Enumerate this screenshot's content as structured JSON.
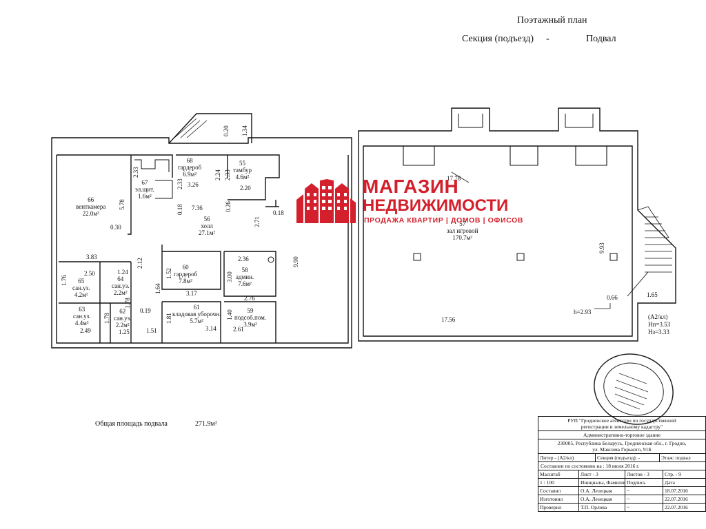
{
  "header": {
    "title": "Поэтажный план",
    "section_label": "Секция (подъезд)",
    "section_dash": "-",
    "floor": "Подвал"
  },
  "rooms": [
    {
      "num": "66",
      "name": "венткамера",
      "area": "22.0м²"
    },
    {
      "num": "68",
      "name": "гардероб",
      "area": "6.9м²"
    },
    {
      "num": "67",
      "name": "эл.щит.",
      "area": "1.6м²"
    },
    {
      "num": "55",
      "name": "тамбур",
      "area": "4.6м²"
    },
    {
      "num": "56",
      "name": "холл",
      "area": "27.1м²"
    },
    {
      "num": "60",
      "name": "гардероб",
      "area": "7.8м²"
    },
    {
      "num": "58",
      "name": "админ.",
      "area": "7.6м²"
    },
    {
      "num": "65",
      "name": "сан.уз.",
      "area": "4.2м²"
    },
    {
      "num": "64",
      "name": "сан.уз.",
      "area": "2.2м²"
    },
    {
      "num": "63",
      "name": "сан.уз.",
      "area": "4.4м²"
    },
    {
      "num": "62",
      "name": "сан.уз.",
      "area": "2.2м²"
    },
    {
      "num": "61",
      "name": "кладовая уборочн.",
      "area": "5.7м²"
    },
    {
      "num": "59",
      "name": "подсоб.пом.",
      "area": "3.9м²"
    },
    {
      "num": "57",
      "name": "зал игровой",
      "area": "170.7м²"
    }
  ],
  "dims": {
    "d1_34": "1.34",
    "d0_20": "0.20",
    "d2_33a": "2.33",
    "d3_26": "3.26",
    "d2_24": "2.24",
    "d2_33b": "2.33",
    "d2_33c": "2.33",
    "d2_20": "2.20",
    "d5_78": "5.78",
    "d0_18a": "0.18",
    "d7_36": "7.36",
    "d0_26": "0.26",
    "d0_18b": "0.18",
    "d0_30": "0.30",
    "d2_71": "2.71",
    "d3_83": "3.83",
    "d9_90": "9.90",
    "d2_36": "2.36",
    "d2_50": "2.50",
    "d1_24": "1.24",
    "d2_12": "2.12",
    "d1_76": "1.76",
    "d1_52": "1.52",
    "d3_00": "3.00",
    "d1_64": "1.64",
    "d3_17": "3.17",
    "d2_76": "2.76",
    "d0_19": "0.19",
    "d1_78a": "1.78",
    "d1_78b": "1.78",
    "d1_81": "1.81",
    "d1_40": "1.40",
    "d2_49": "2.49",
    "d1_25": "1.25",
    "d1_51": "1.51",
    "d3_14": "3.14",
    "d2_61": "2.61",
    "d17_78": "17.78",
    "d9_93": "9.93",
    "d0_66": "0.66",
    "d1_65": "1.65",
    "d17_56": "17.56",
    "h": "h=2.93",
    "lit": "(А2/кл)",
    "nn": "Нп=3.53",
    "nz": "Нз=3.33"
  },
  "watermark": {
    "line1": "МАГАЗИН",
    "line2": "НЕДВИЖИМОСТИ",
    "line3": "ПРОДАЖА КВАРТИР | ДОМОВ | ОФИСОВ",
    "color": "#d3202c"
  },
  "total": {
    "label": "Общая площадь подвала",
    "value": "271.9м²"
  },
  "title_block": {
    "org1": "РУП \"Гродненское агентство по государственной",
    "org2": "регистрации и земельному кадастру\"",
    "object": "Административно-торговое здание",
    "addr1": "230005, Республика Беларусь, Гродненская обл., г. Гродно,",
    "addr2": "ул. Максима Горького, 91Б",
    "liter": "Литер - (А2/кл)",
    "section": "Секция (подъезд): -",
    "floor": "Этаж: подвал",
    "state": "Составлен по состоянию на : 18 июля 2016 г.",
    "h_scale": "Масштаб",
    "h_sheet": "Лист - 3",
    "h_sheets": "Листов - 3",
    "h_page": "Стр. - 9",
    "scale": "1 : 100",
    "col_name": "Инициалы, Фамилия",
    "col_sign": "Подпись",
    "col_date": "Дата",
    "r1_role": "Составил",
    "r1_name": "О.А. Лезецкая",
    "r1_date": "18.07.2016",
    "r2_role": "Изготовил",
    "r2_name": "О.А. Лезецкая",
    "r2_date": "22.07.2016",
    "r3_role": "Проверил",
    "r3_name": "Т.П. Орлова",
    "r3_date": "22.07.2016"
  }
}
